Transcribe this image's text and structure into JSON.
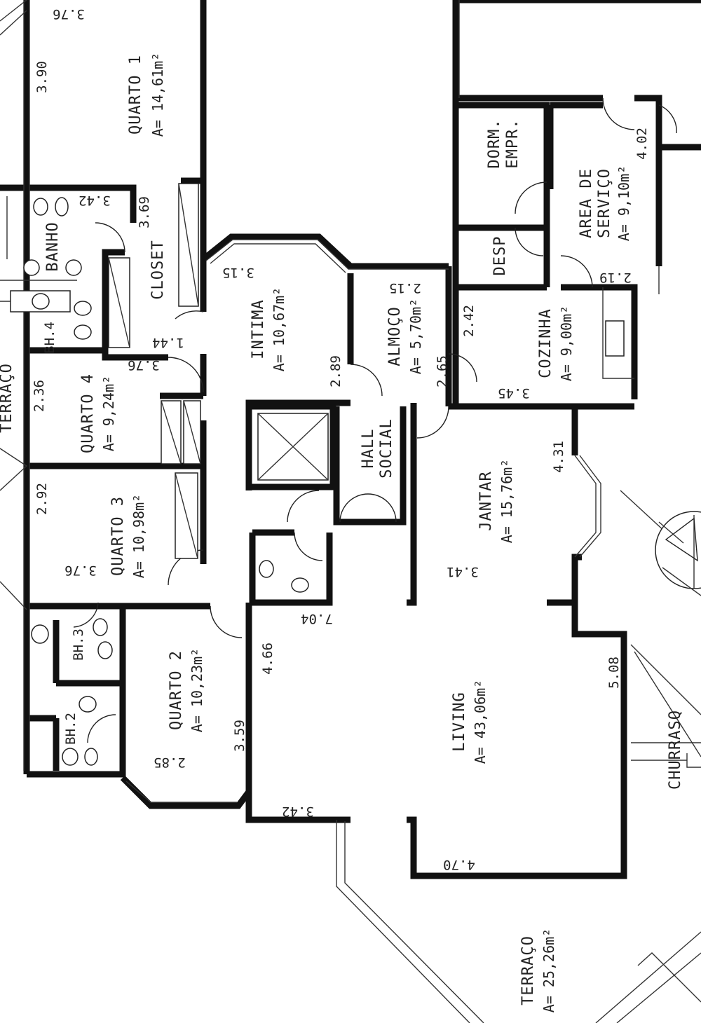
{
  "rooms": {
    "quarto1": {
      "name": "QUARTO 1",
      "area": "A= 14,61m²"
    },
    "banho": {
      "name": "BANHO"
    },
    "closet": {
      "name": "CLOSET"
    },
    "quarto4": {
      "name": "QUARTO 4",
      "area": "A= 9,24m²"
    },
    "quarto3": {
      "name": "QUARTO 3",
      "area": "A= 10,98m²"
    },
    "quarto2": {
      "name": "QUARTO 2",
      "area": "A= 10,23m²"
    },
    "bh4": {
      "name": "BH.4"
    },
    "bh3": {
      "name": "BH.3"
    },
    "bh2": {
      "name": "BH.2"
    },
    "intima": {
      "name": "INTIMA",
      "area": "A= 10,67m²"
    },
    "almoco": {
      "name": "ALMOÇO",
      "area": "A= 5,70m²"
    },
    "hall_social": {
      "line1": "HALL",
      "line2": "SOCIAL"
    },
    "dorm_empr": {
      "line1": "DORM.",
      "line2": "EMPR."
    },
    "desp": {
      "name": "DESP"
    },
    "area_servico": {
      "line1": "AREA DE",
      "line2": "SERVIÇO",
      "area": "A= 9,10m²"
    },
    "cozinha": {
      "name": "COZINHA",
      "area": "A= 9,00m²"
    },
    "jantar": {
      "name": "JANTAR",
      "area": "A= 15,76m²"
    },
    "living": {
      "name": "LIVING",
      "area": "A= 43,06m²"
    },
    "terraco": {
      "name": "TERRAÇO",
      "area": "A= 25,26m²"
    },
    "terraco_left": {
      "name": "TERRAÇO"
    },
    "churrasq": {
      "name": "CHURRASQ"
    }
  },
  "dims": {
    "d_376_top": "3.76",
    "d_390": "3.90",
    "d_342_banho": "3.42",
    "d_369": "3.69",
    "d_144": "1.44",
    "d_376_q4": "3.76",
    "d_236": "2.36",
    "d_292": "2.92",
    "d_376_q3": "3.76",
    "d_315_intima": "3.15",
    "d_289": "2.89",
    "d_215_almoco": "2.15",
    "d_265": "2.65",
    "d_242": "2.42",
    "d_345_cozinha": "3.45",
    "d_402": "4.02",
    "d_219": "2.19",
    "d_431": "4.31",
    "d_341": "3.41",
    "d_704": "7.04",
    "d_466": "4.66",
    "d_359": "3.59",
    "d_285": "2.85",
    "d_342_living": "3.42",
    "d_470": "4.70",
    "d_508": "5.08"
  },
  "colors": {
    "ink": "#111111",
    "paper": "#ffffff"
  }
}
